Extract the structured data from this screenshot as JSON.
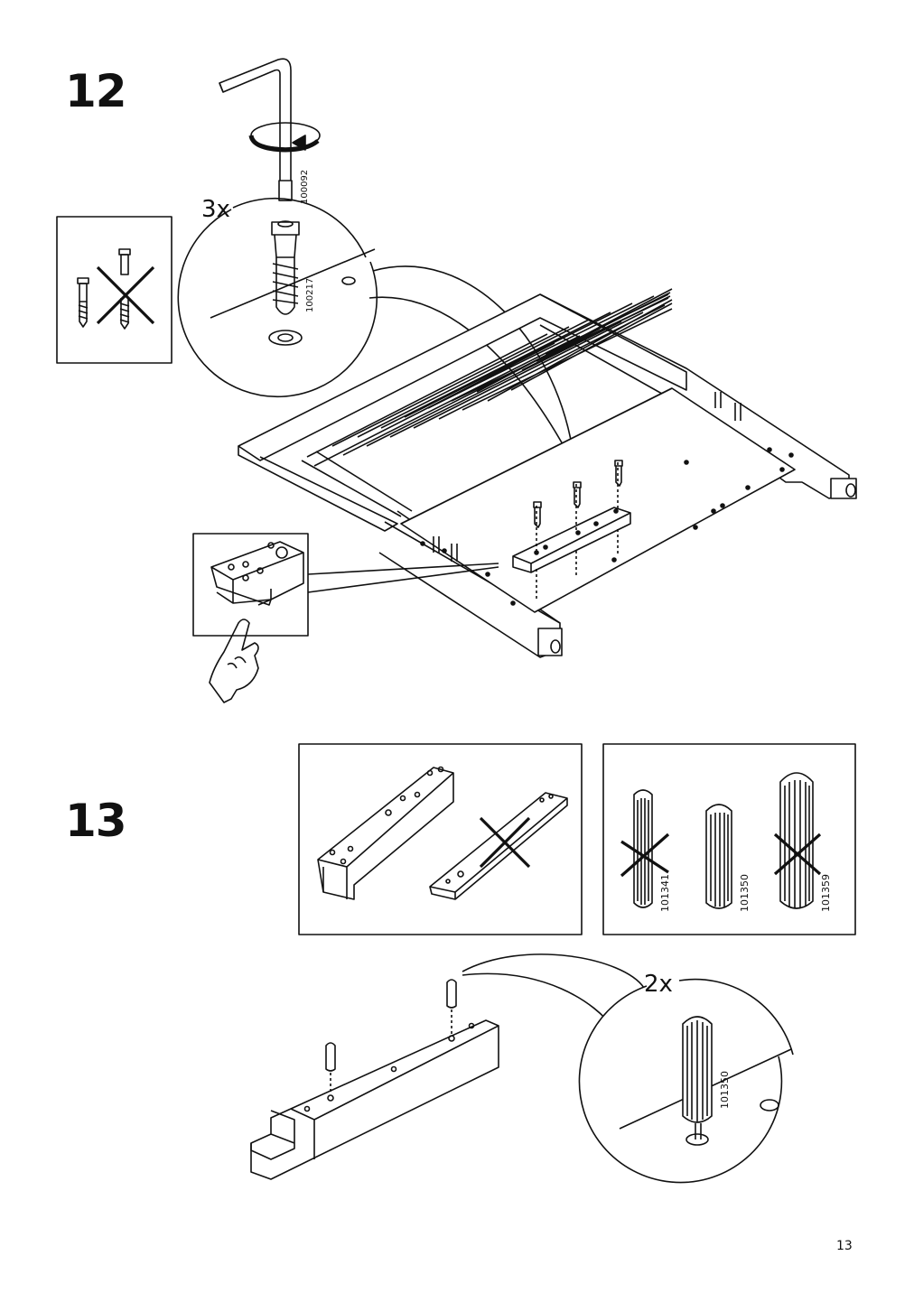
{
  "steps": [
    {
      "number": "12",
      "quantity": "3x",
      "part_codes": [
        "100092",
        "100217"
      ]
    },
    {
      "number": "13",
      "dowel_codes": [
        "101341",
        "101350",
        "101359"
      ],
      "quantity": "2x",
      "detail_part_code": "101350"
    }
  ],
  "page_number": "13"
}
